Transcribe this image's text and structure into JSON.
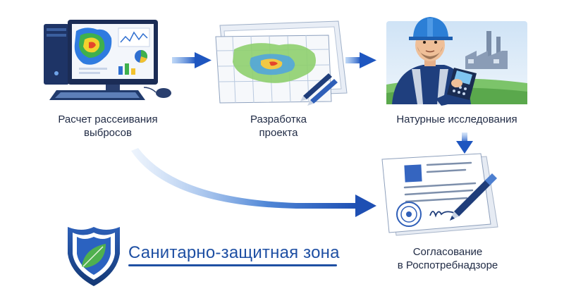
{
  "steps": {
    "emissions": {
      "line1": "Расчет рассеивания",
      "line2": "выбросов"
    },
    "project": {
      "line1": "Разработка",
      "line2": "проекта"
    },
    "field": {
      "line1": "Натурные исследования"
    },
    "approval": {
      "line1": "Согласование",
      "line2": "в Роспотребнадзоре"
    }
  },
  "brand": {
    "title": "Санитарно-защитная зона"
  },
  "colors": {
    "accent": "#1e4fa3",
    "arrow": "#2b63c6",
    "shield_dark": "#173b7a",
    "leaf": "#3fa046",
    "text": "#1f2a44"
  },
  "icons": {
    "computer": "computer-icon",
    "map": "map-icon",
    "worker": "engineer-icon",
    "document": "document-icon",
    "shield": "shield-leaf-icon"
  }
}
